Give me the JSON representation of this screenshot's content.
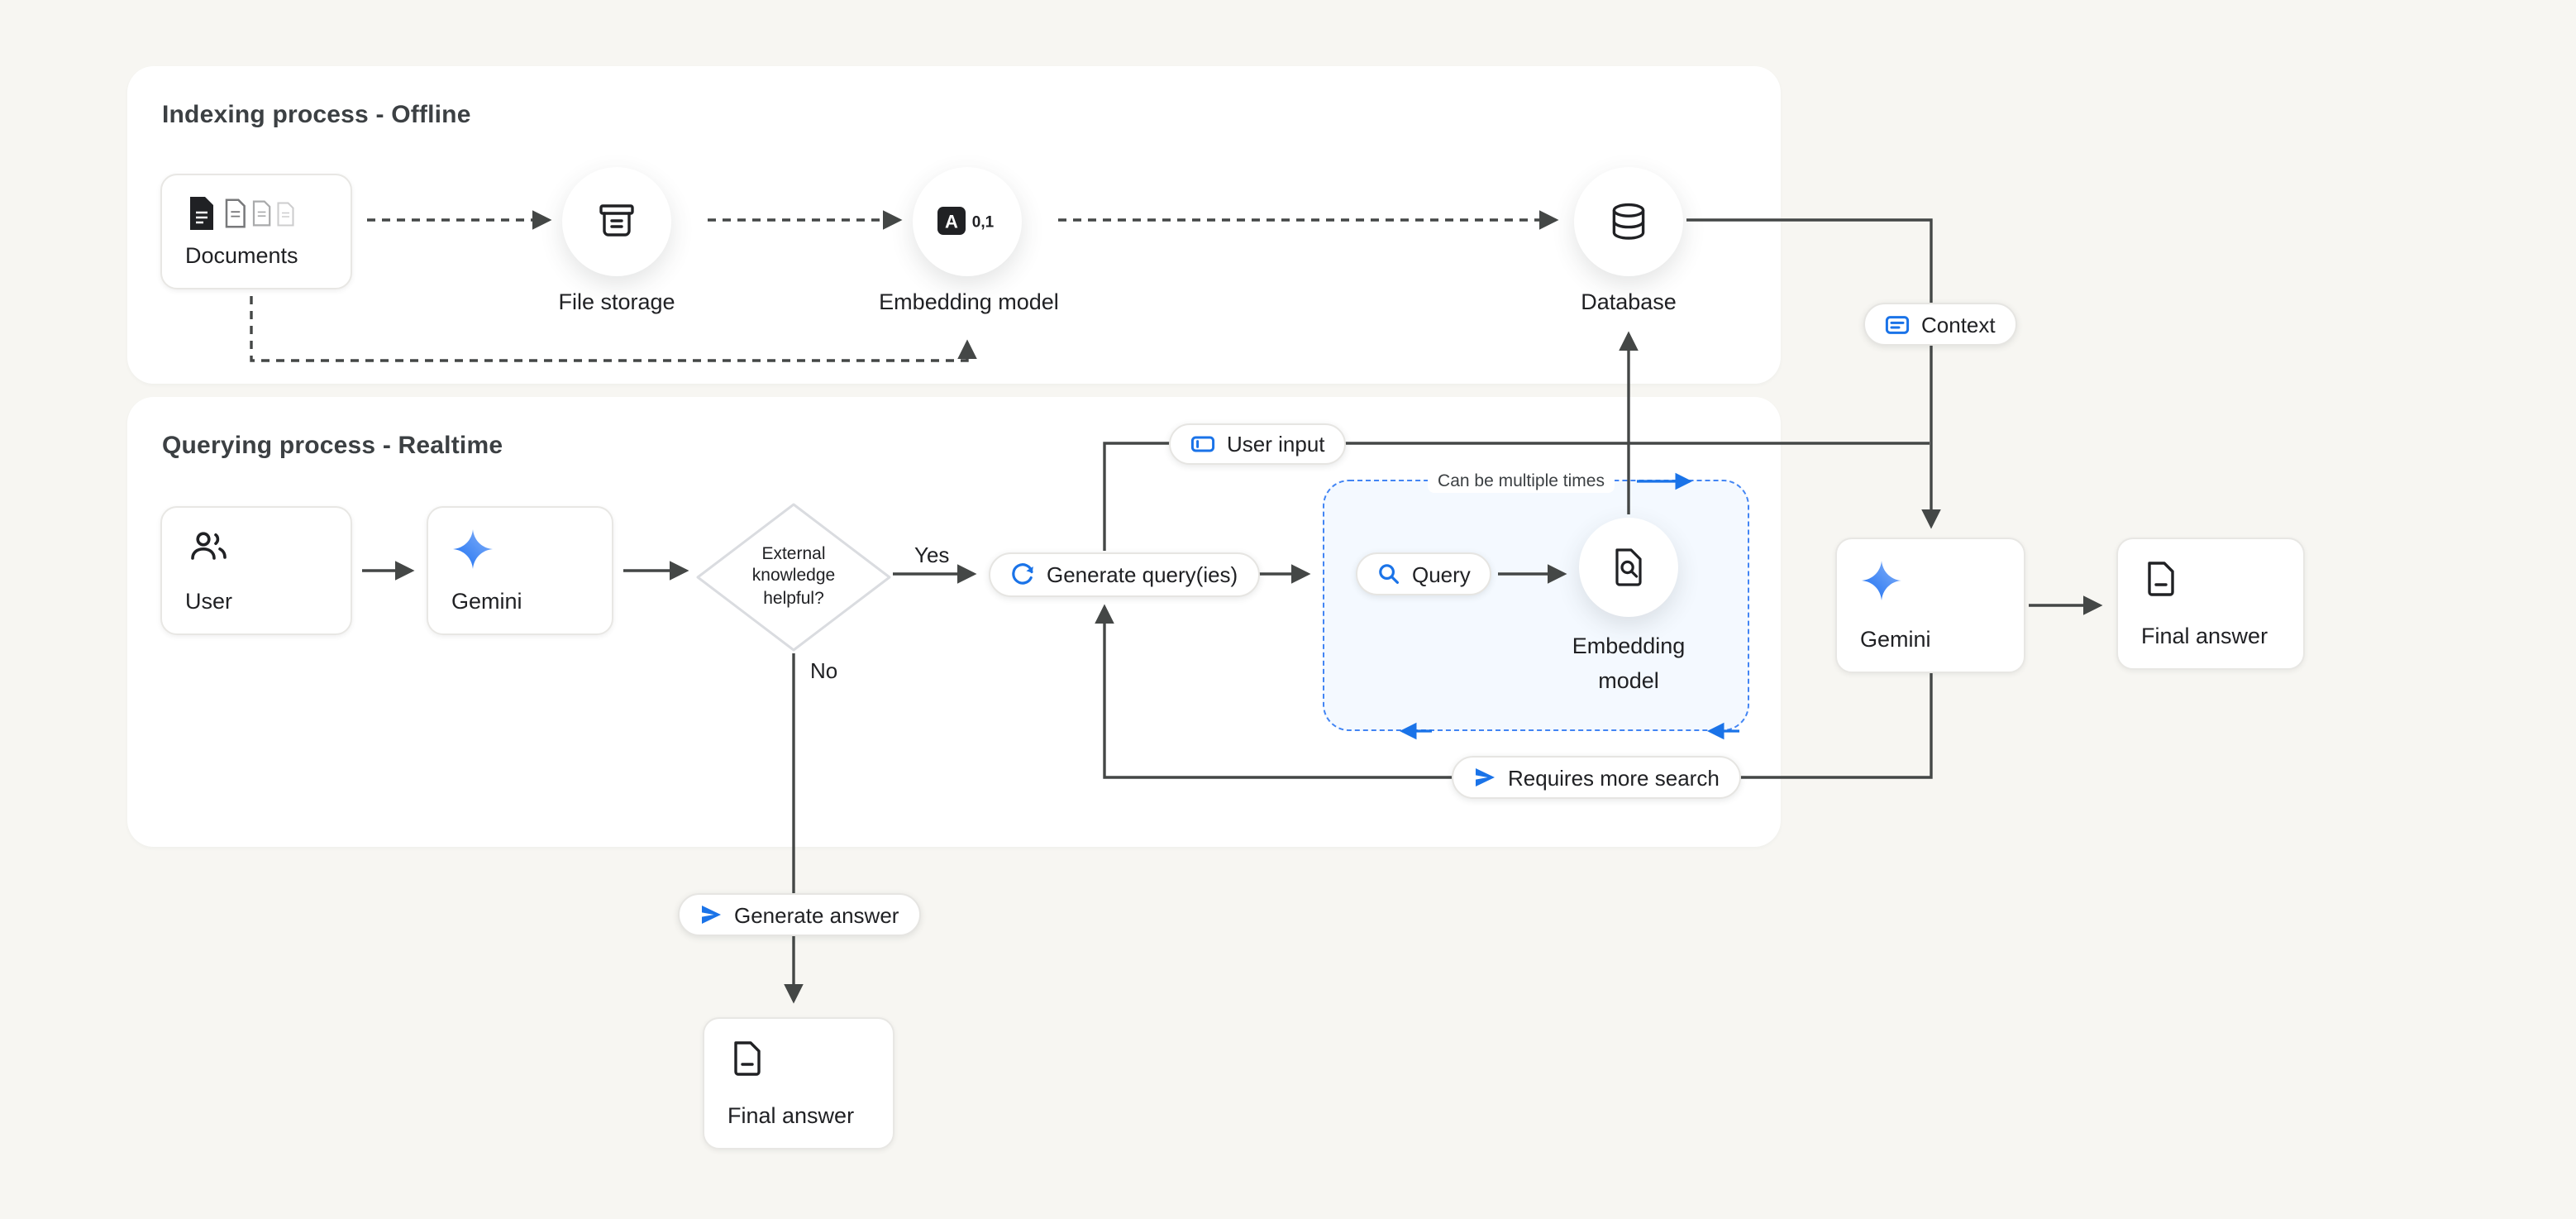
{
  "colors": {
    "background": "#f7f6f2",
    "panel": "#ffffff",
    "line": "#444746",
    "accent_blue": "#1a73e8",
    "loop_border": "#4285f4",
    "loop_fill": "#f4f9ff",
    "text": "#202124"
  },
  "indexing_panel": {
    "title": "Indexing process - Offline",
    "documents": {
      "label": "Documents"
    },
    "file_storage": {
      "label": "File storage"
    },
    "embedding_model": {
      "label": "Embedding model",
      "icon_letter": "A",
      "icon_numbers": "0,1"
    },
    "database": {
      "label": "Database"
    }
  },
  "querying_panel": {
    "title": "Querying process - Realtime",
    "user": {
      "label": "User"
    },
    "gemini": {
      "label": "Gemini"
    },
    "decision": {
      "question": "External knowledge helpful?",
      "yes_label": "Yes",
      "no_label": "No"
    },
    "generate_queries_pill": {
      "label": "Generate query(ies)"
    },
    "user_input_pill": {
      "label": "User input"
    },
    "loop_box": {
      "caption": "Can be multiple times"
    },
    "query_pill": {
      "label": "Query"
    },
    "embedding_model": {
      "label": "Embedding model"
    },
    "requires_more_search_pill": {
      "label": "Requires more search"
    }
  },
  "output_flow": {
    "context_pill": {
      "label": "Context"
    },
    "gemini": {
      "label": "Gemini"
    },
    "final_answer": {
      "label": "Final answer"
    }
  },
  "answer_flow": {
    "generate_answer_pill": {
      "label": "Generate answer"
    },
    "final_answer": {
      "label": "Final answer"
    }
  },
  "icons": {
    "documents-icon": "stack of document sheets",
    "file-storage-icon": "archive box with lines",
    "embedding-model-icon": "letter A converted to numbers 0,1",
    "database-icon": "database cylinder",
    "context-icon": "blue card with text lines",
    "user-icon": "two people outline",
    "gemini-icon": "blue four-point gemini spark",
    "generate-queries-icon": "blue circular refresh arrow",
    "user-input-icon": "blue input field with cursor",
    "query-icon": "blue magnifying glass",
    "doc-search-icon": "document with magnifying glass",
    "requires-more-search-icon": "blue send arrow",
    "generate-answer-icon": "blue send arrow",
    "final-answer-icon": "document with folded corner"
  }
}
